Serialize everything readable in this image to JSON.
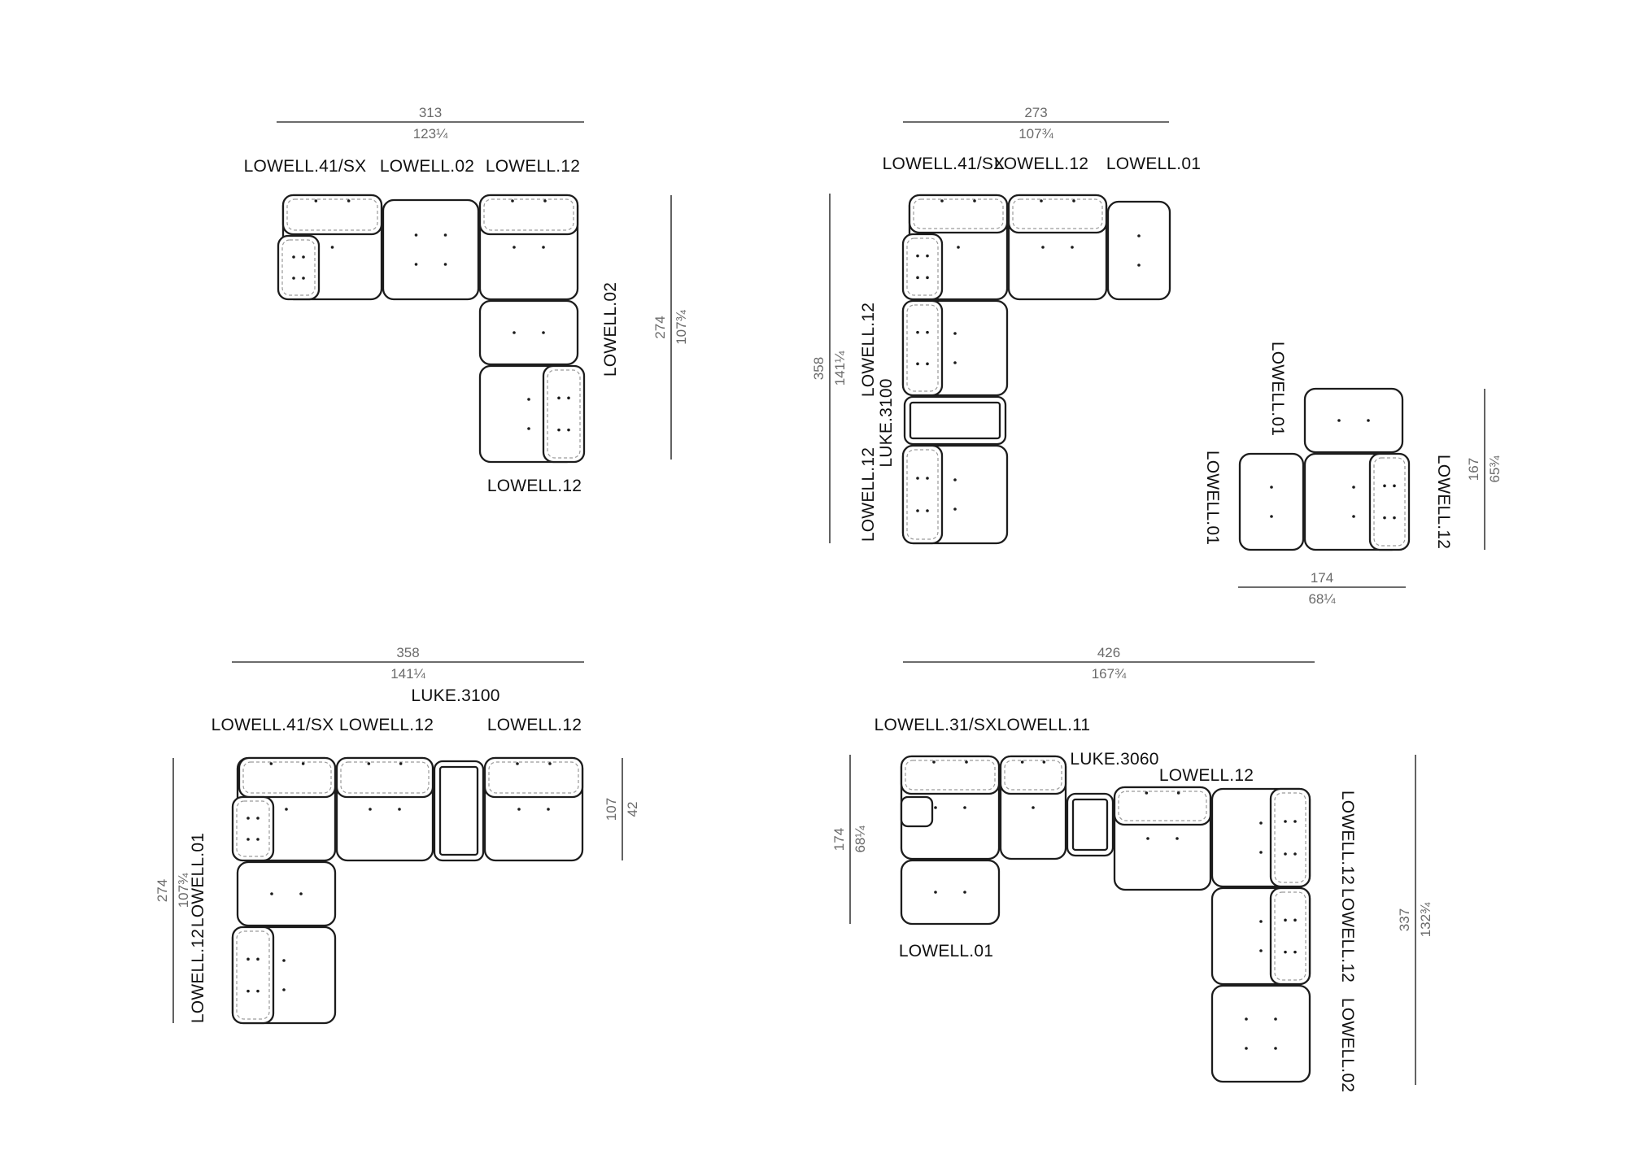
{
  "configurations": [
    {
      "id": "config-1",
      "width_dim": {
        "cm": "313",
        "in": "123¼"
      },
      "height_dim": {
        "cm": "274",
        "in": "107¾"
      },
      "labels": [
        "LOWELL.41/SX",
        "LOWELL.02",
        "LOWELL.12",
        "LOWELL.02",
        "LOWELL.12"
      ]
    },
    {
      "id": "config-2",
      "width_dim": {
        "cm": "273",
        "in": "107¾"
      },
      "height_dim": {
        "cm": "358",
        "in": "141¼"
      },
      "labels": [
        "LOWELL.41/SX",
        "LOWELL.12",
        "LOWELL.01",
        "LOWELL.12",
        "LUKE.3100",
        "LOWELL.12"
      ]
    },
    {
      "id": "config-3",
      "width_dim": {
        "cm": "174",
        "in": "68¼"
      },
      "height_dim": {
        "cm": "167",
        "in": "65¾"
      },
      "labels": [
        "LOWELL.01",
        "LOWELL.01",
        "LOWELL.12"
      ]
    },
    {
      "id": "config-4",
      "width_dim": {
        "cm": "358",
        "in": "141¼"
      },
      "height_dim": {
        "cm": "274",
        "in": "107¾"
      },
      "depth_dim": {
        "cm": "107",
        "in": "42"
      },
      "labels": [
        "LUKE.3100",
        "LOWELL.41/SX",
        "LOWELL.12",
        "LOWELL.12",
        "LOWELL.01",
        "LOWELL.12"
      ]
    },
    {
      "id": "config-5",
      "width_dim": {
        "cm": "426",
        "in": "167¾"
      },
      "height_left_dim": {
        "cm": "174",
        "in": "68¼"
      },
      "height_right_dim": {
        "cm": "337",
        "in": "132¾"
      },
      "labels": [
        "LOWELL.31/SX",
        "LOWELL.11",
        "LUKE.3060",
        "LOWELL.12",
        "LOWELL.01",
        "LOWELL.12",
        "LOWELL.12",
        "LOWELL.02"
      ]
    }
  ]
}
